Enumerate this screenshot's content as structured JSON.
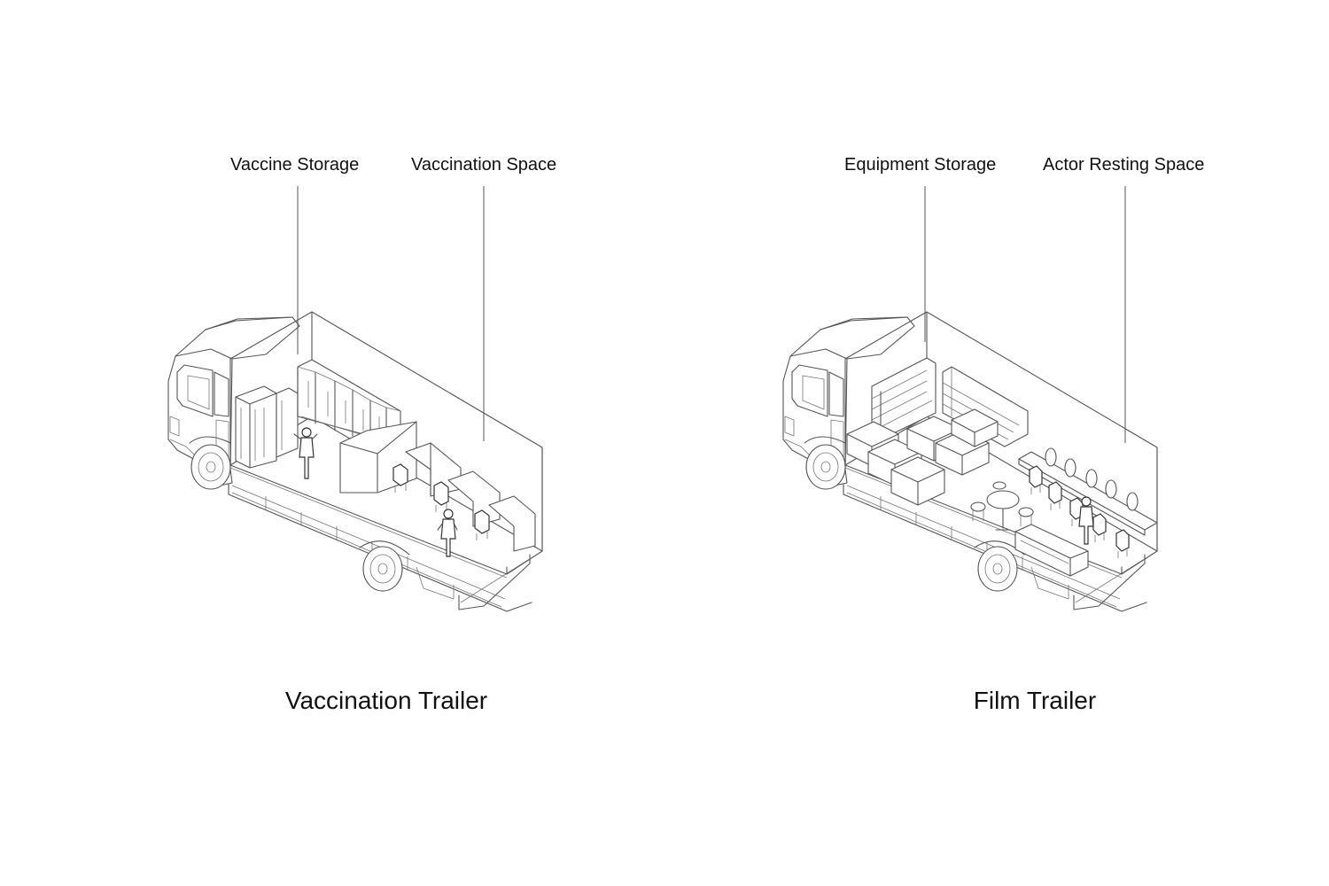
{
  "diagrams": [
    {
      "title": "Vaccination Trailer",
      "labels": [
        "Vaccine Storage",
        "Vaccination Space"
      ]
    },
    {
      "title": "Film Trailer",
      "labels": [
        "Equipment Storage",
        "Actor Resting Space"
      ]
    }
  ]
}
